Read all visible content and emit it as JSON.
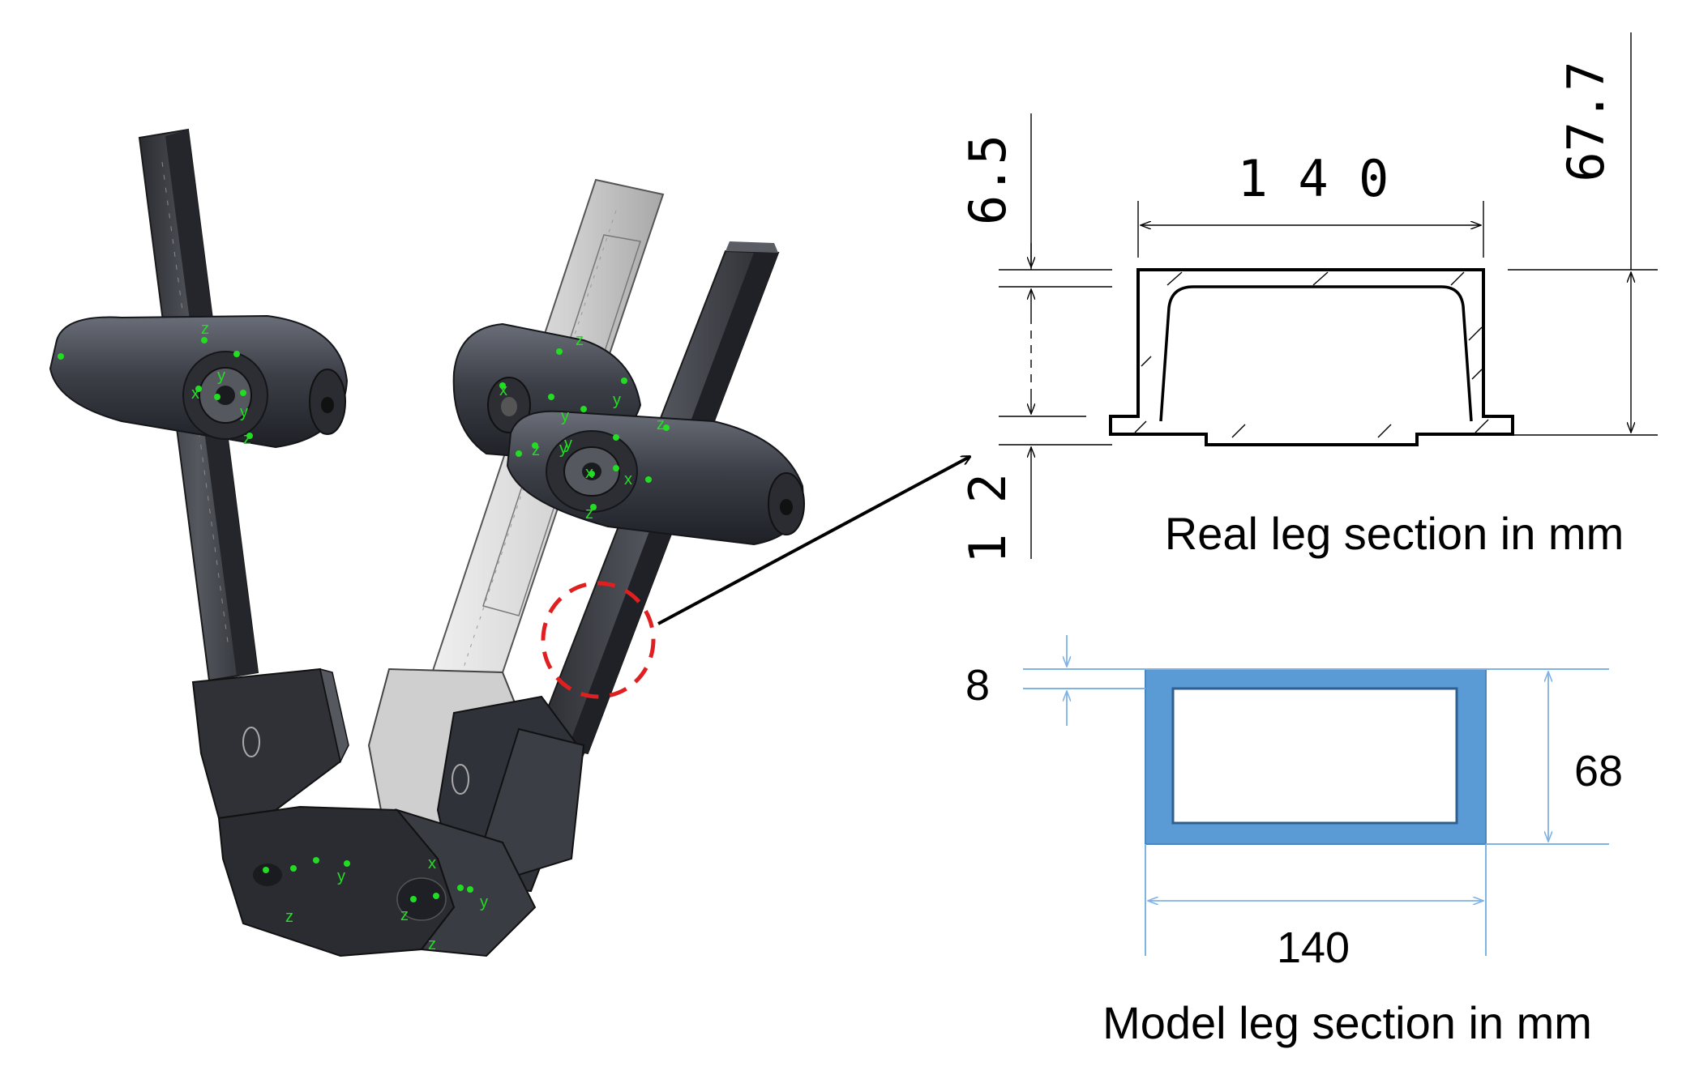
{
  "real_section": {
    "caption": "Real leg section in mm",
    "width_dim": "1 4 0",
    "height_dim": "67.7",
    "top_thickness_dim": "6.5",
    "bottom_thickness_dim": "1 2"
  },
  "model_section": {
    "caption": "Model leg section in mm",
    "width_dim": "140",
    "height_dim": "68",
    "thickness_dim": "8"
  },
  "robot": {
    "axis_labels": [
      "z",
      "y",
      "x",
      "z",
      "y",
      "z",
      "x",
      "y",
      "z",
      "y",
      "z",
      "y",
      "x",
      "y",
      "z",
      "x",
      "z",
      "y",
      "z",
      "x",
      "y",
      "z"
    ]
  },
  "colors": {
    "model_fill": "#5b9bd5",
    "model_dim_line": "#7fb2e5",
    "highlight_circle": "#e02020",
    "robot_body": "#3a3d44",
    "robot_rail_light": "#d8d8d8",
    "marker": "#22dd22"
  }
}
